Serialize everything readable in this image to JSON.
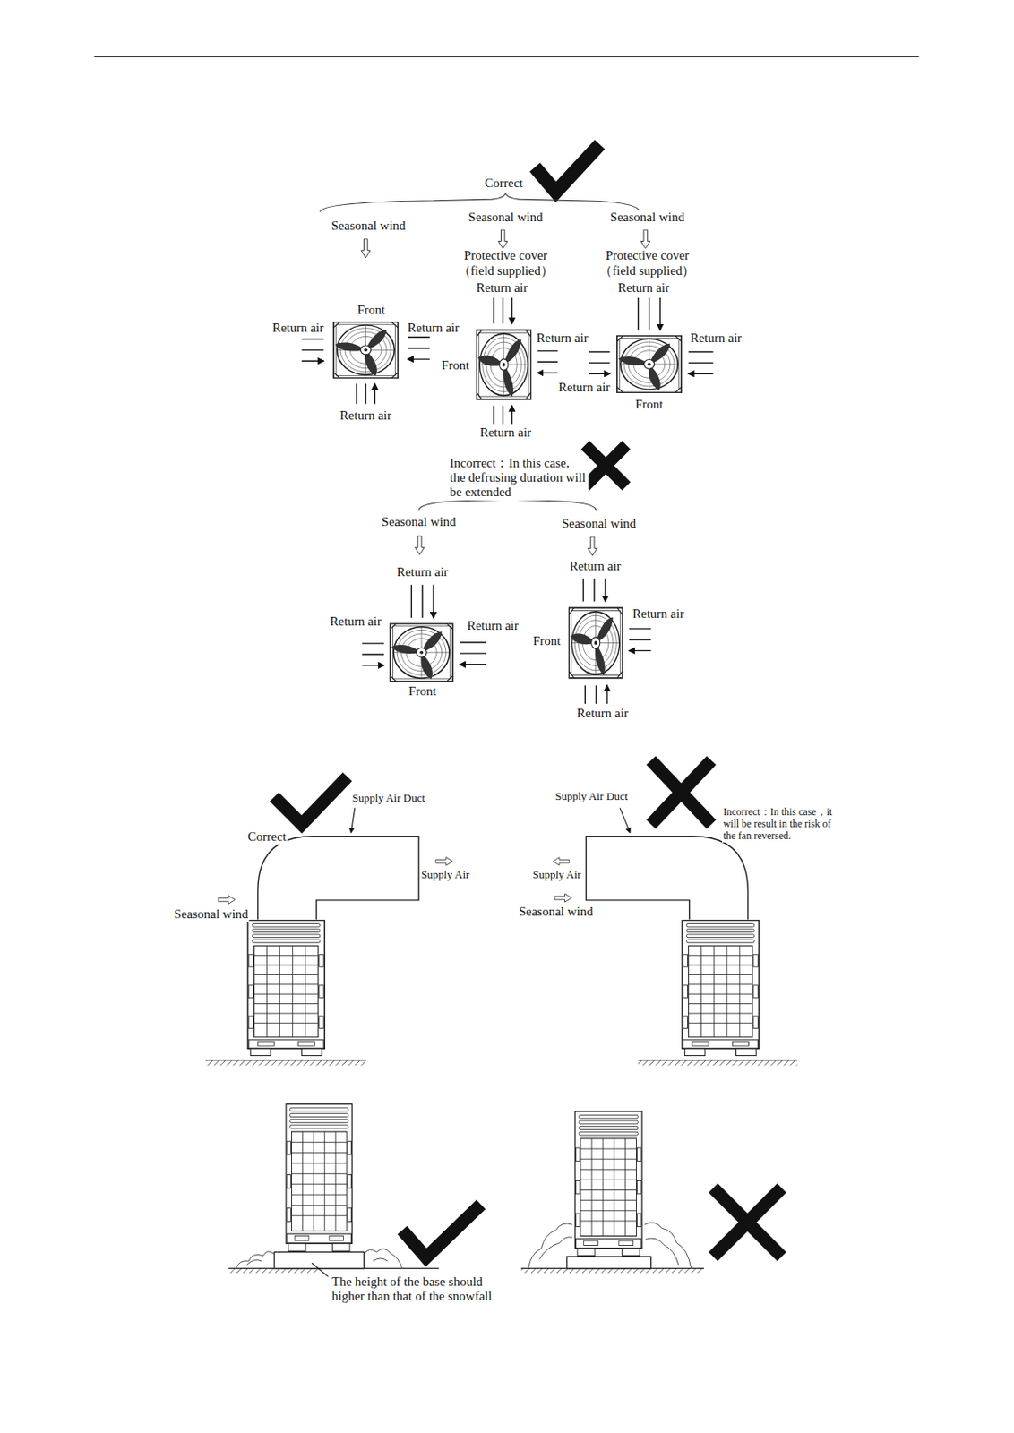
{
  "diagram": {
    "labels": [
      "Correct",
      "Seasonal wind",
      "Seasonal wind",
      "Seasonal wind",
      "Protective cover （field supplied）",
      "Protective cover （field supplied）",
      "Return air",
      "Return air",
      "Front",
      "Return air",
      "Return air",
      "Return air",
      "Return air",
      "Front",
      "Return air",
      "Return air",
      "Return air",
      "Front",
      "Incorrect：In this case, the defrusing duration will be extended",
      "Seasonal wind",
      "Seasonal wind",
      "Return air",
      "Return air",
      "Return air",
      "Front",
      "Return air",
      "Return air",
      "Front",
      "Return air",
      "Supply Air Duct",
      "Correct",
      "Supply Air",
      "Seasonal wind",
      "Supply Air Duct",
      "Incorrect：In this case，it will be result in the risk of the fan reversed.",
      "Supply Air",
      "Seasonal wind",
      "The height of the base should higher than that of the snowfall"
    ]
  }
}
